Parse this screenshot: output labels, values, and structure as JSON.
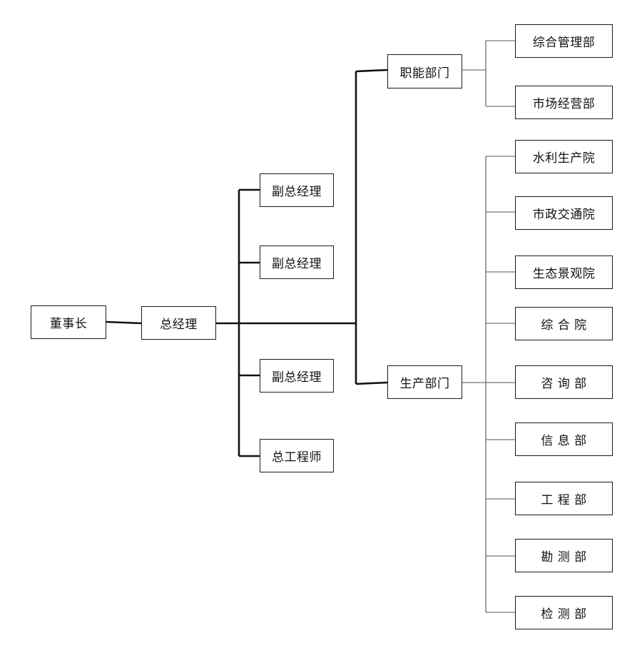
{
  "org": {
    "chairman": "董事长",
    "gm": "总经理",
    "vp1": "副总经理",
    "vp2": "副总经理",
    "vp3": "副总经理",
    "chief_engineer": "总工程师",
    "functional": "职能部门",
    "production": "生产部门",
    "functional_units": [
      "综合管理部",
      "市场经营部"
    ],
    "production_units": [
      "水利生产院",
      "市政交通院",
      "生态景观院",
      "综 合 院",
      "咨 询 部",
      "信 息 部",
      "工 程 部",
      "勘 测 部",
      "检 测 部"
    ]
  }
}
